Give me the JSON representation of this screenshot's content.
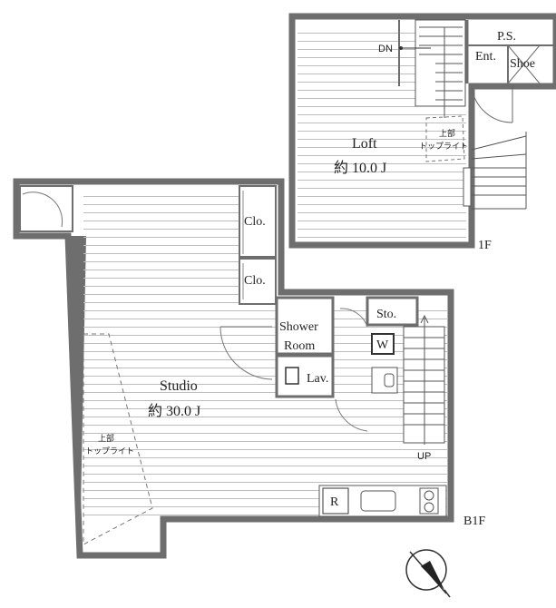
{
  "upper_floor": {
    "floor_label": "1F",
    "room_name": "Loft",
    "room_area": "約 10.0 J",
    "dn_label": "DN",
    "ent_label": "Ent.",
    "ps_label": "P.S.",
    "shoe_label": "Shoe",
    "skylight_label_line1": "上部",
    "skylight_label_line2": "トップライト"
  },
  "lower_floor": {
    "floor_label": "B1F",
    "room_name": "Studio",
    "room_area": "約 30.0 J",
    "closet_1": "Clo.",
    "closet_2": "Clo.",
    "shower_line1": "Shower",
    "shower_line2": "Room",
    "storage": "Sto.",
    "washer": "W",
    "lavatory": "Lav.",
    "up_label": "UP",
    "fridge": "R",
    "skylight_label_line1": "上部",
    "skylight_label_line2": "トップライト"
  },
  "compass": {
    "icon": "north-arrow-icon"
  }
}
